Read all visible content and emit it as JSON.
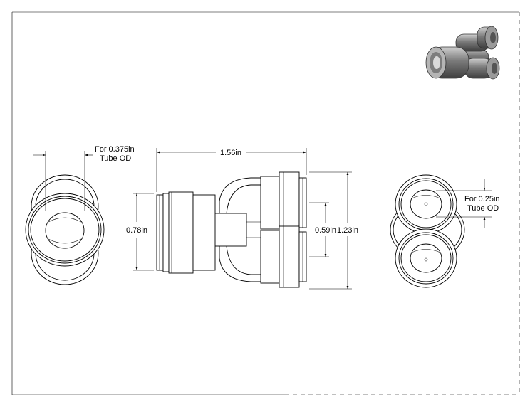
{
  "dimensions": {
    "overall_length": "1.56in",
    "large_port_height": "0.78in",
    "small_port_spacing": "0.59in",
    "overall_height": "1.23in"
  },
  "notes": {
    "large_tube_line1": "For 0.375in",
    "large_tube_line2": "Tube OD",
    "small_tube_line1": "For 0.25in",
    "small_tube_line2": "Tube OD"
  },
  "colors": {
    "line": "#000000",
    "iso_body": "#6e6e6e",
    "iso_highlight": "#c8c8c8"
  }
}
